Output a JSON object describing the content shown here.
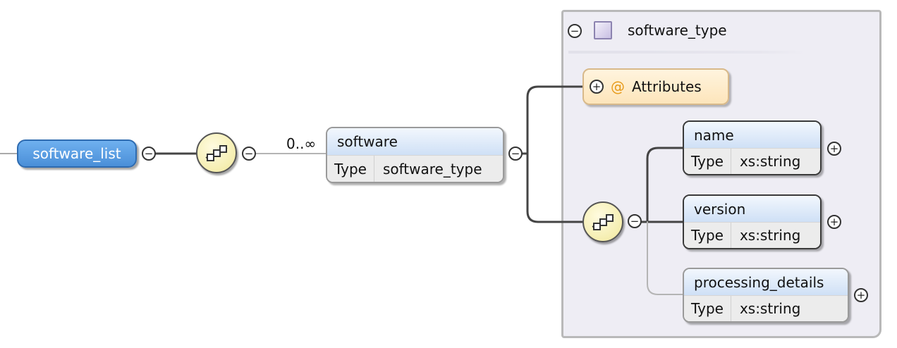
{
  "root": {
    "label": "software_list"
  },
  "software": {
    "multiplicity": "0..∞",
    "name": "software",
    "type_key": "Type",
    "type_value": "software_type"
  },
  "complex_type": {
    "name": "software_type",
    "attributes_label": "Attributes",
    "attribute_symbol": "@",
    "children": [
      {
        "name": "name",
        "type_key": "Type",
        "type_value": "xs:string"
      },
      {
        "name": "version",
        "type_key": "Type",
        "type_value": "xs:string"
      },
      {
        "name": "processing_details",
        "type_key": "Type",
        "type_value": "xs:string"
      }
    ]
  },
  "toggles": {
    "collapse": "−",
    "expand": "+"
  },
  "icons": {
    "compositor": "sequence-compositor-icon",
    "complex_type": "complex-type-icon",
    "attribute": "attribute-at-icon"
  }
}
